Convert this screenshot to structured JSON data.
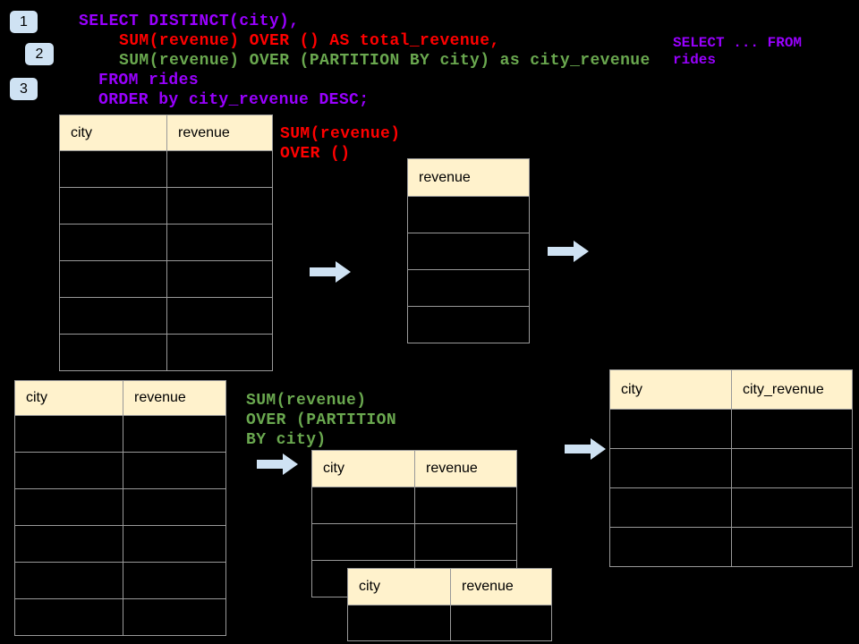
{
  "colors": {
    "bg": "#000000",
    "purple": "#9900ff",
    "red": "#ff0000",
    "green": "#6aa84f",
    "header_bg": "#fff2cc",
    "table_border": "#999999",
    "accent_blue": "#cfe2f3"
  },
  "step_badges": [
    {
      "label": "1"
    },
    {
      "label": "2"
    },
    {
      "label": "3"
    }
  ],
  "sql_code": {
    "lines": [
      {
        "text": "SELECT DISTINCT(city),",
        "color": "purple"
      },
      {
        "text": "SUM(revenue) OVER () AS total_revenue,",
        "color": "red"
      },
      {
        "text": "SUM(revenue) OVER (PARTITION BY city) as city_revenue",
        "color": "green"
      },
      {
        "text": "FROM rides",
        "color": "purple"
      },
      {
        "text": "ORDER by city_revenue DESC;",
        "color": "purple"
      }
    ]
  },
  "side_snippet": {
    "line1": "SELECT ... FROM",
    "line2": "rides",
    "color": "purple"
  },
  "annotations": {
    "total_revenue_label": {
      "line1": "SUM(revenue)",
      "line2": "OVER ()",
      "color": "red"
    },
    "partition_label": {
      "line1": "SUM(revenue)",
      "line2": "OVER (PARTITION",
      "line3": "BY city)",
      "color": "green"
    }
  },
  "tables": {
    "source_top": {
      "headers": [
        "city",
        "revenue"
      ],
      "row_count": 6
    },
    "total_revenue_result": {
      "headers": [
        "revenue"
      ],
      "row_count": 4
    },
    "source_bottom": {
      "headers": [
        "city",
        "revenue"
      ],
      "row_count": 6
    },
    "partition_step": {
      "headers": [
        "city",
        "revenue"
      ],
      "row_count": 3
    },
    "partition_overlay": {
      "headers": [
        "city",
        "revenue"
      ],
      "row_count": 1
    },
    "city_revenue_result": {
      "headers": [
        "city",
        "city_revenue"
      ],
      "row_count": 4
    }
  }
}
